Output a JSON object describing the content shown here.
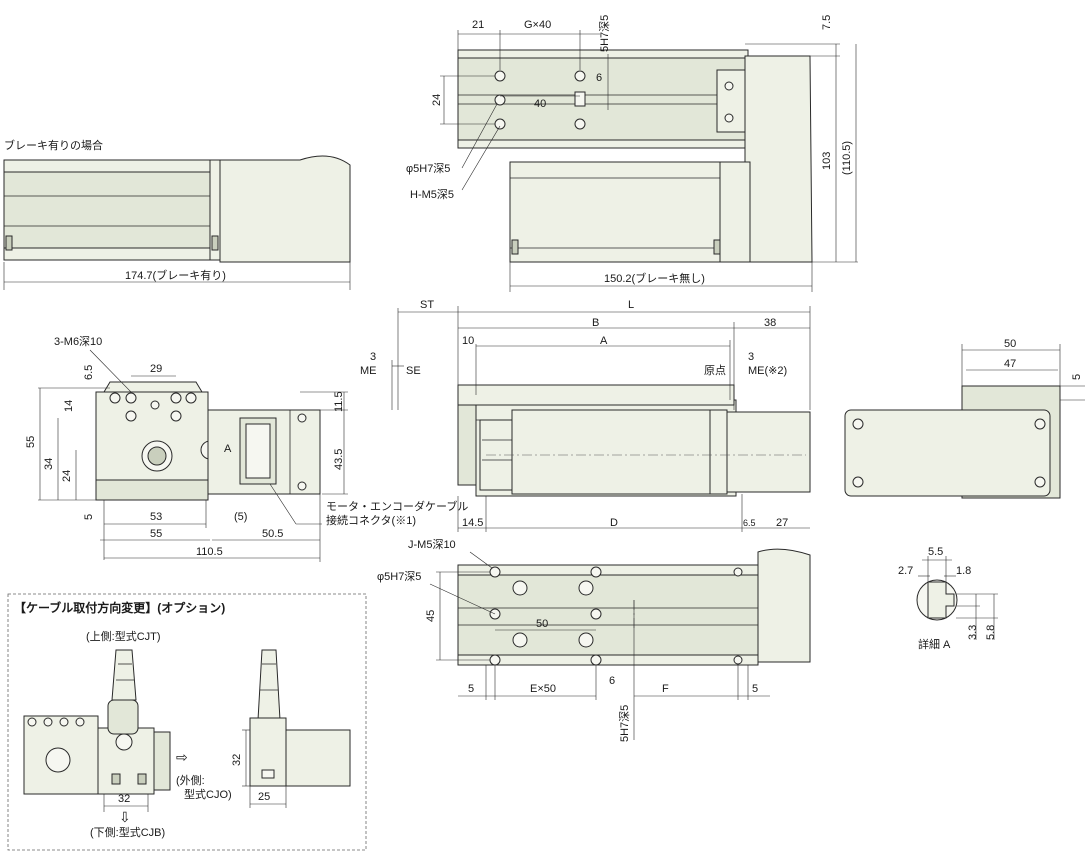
{
  "views": {
    "brake_label": "ブレーキ有りの場合",
    "brake_length": "174.7(ブレーキ有り)",
    "top_21": "21",
    "top_g40": "G×40",
    "top_5h7": "5H7深5",
    "top_75": "7.5",
    "top_6": "6",
    "top_40": "40",
    "top_24": "24",
    "top_phi5": "φ5H7深5",
    "top_hm5": "H-M5深5",
    "top_103": "103",
    "top_1105": "(110.5)",
    "top_1502": "150.2(ブレーキ無し)",
    "end_3m6": "3-M6深10",
    "end_29": "29",
    "end_65": "6.5",
    "end_14": "14",
    "end_55v": "55",
    "end_34": "34",
    "end_24": "24",
    "end_5": "5",
    "end_53": "53",
    "end_55h": "55",
    "end_1105": "110.5",
    "end_505": "50.5",
    "end_5p": "(5)",
    "end_A": "A",
    "end_115": "11.5",
    "end_435": "43.5",
    "motor_cable_1": "モータ・エンコーダケーブル",
    "motor_cable_2": "接続コネクタ(※1)",
    "st": "ST",
    "L": "L",
    "B": "B",
    "A": "A",
    "n10": "10",
    "n38": "38",
    "n3a": "3",
    "n3b": "3",
    "ME": "ME",
    "SE": "SE",
    "origin": "原点",
    "me2": "ME(※2)",
    "n145": "14.5",
    "D": "D",
    "n65b": "6.5",
    "n27": "27",
    "side_50": "50",
    "side_47": "47",
    "side_5": "5",
    "bot_jm5": "J-M5深10",
    "bot_phi5": "φ5H7深5",
    "bot_45": "45",
    "bot_50": "50",
    "bot_5a": "5",
    "bot_e50": "E×50",
    "bot_6": "6",
    "bot_F": "F",
    "bot_5b": "5",
    "bot_5h7": "5H7深5",
    "det_55": "5.5",
    "det_27": "2.7",
    "det_18": "1.8",
    "det_33": "3.3",
    "det_58": "5.8",
    "det_label": "詳細 A",
    "option_title": "【ケーブル取付方向変更】(オプション)",
    "opt_top": "(上側:型式CJT)",
    "opt_out1": "(外側:",
    "opt_out2": "型式CJO)",
    "opt_bottom": "(下側:型式CJB)",
    "opt_32h": "32",
    "opt_32v": "32",
    "opt_25": "25",
    "arrow_right": "⇨",
    "arrow_down": "⇩"
  }
}
